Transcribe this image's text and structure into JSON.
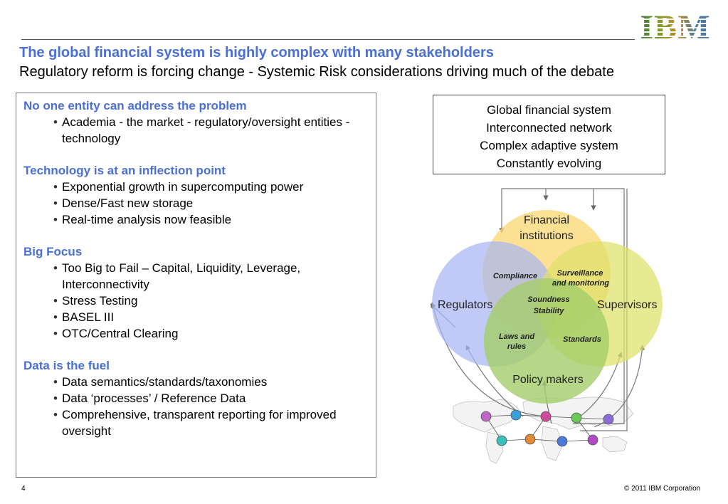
{
  "header": {
    "logo_text": "IBM",
    "title": "The global financial system is highly complex with many stakeholders",
    "subtitle": "Regulatory reform is forcing change - Systemic Risk considerations driving much of the debate"
  },
  "sections": [
    {
      "heading": "No one entity can address the problem",
      "bullets": [
        "Academia - the market - regulatory/oversight entities - technology"
      ]
    },
    {
      "heading": "Technology is at an inflection point",
      "bullets": [
        "Exponential growth in supercomputing power",
        "Dense/Fast new storage",
        "Real-time analysis now feasible"
      ]
    },
    {
      "heading": "Big Focus",
      "bullets": [
        "Too Big to Fail – Capital, Liquidity, Leverage, Interconnectivity",
        "Stress Testing",
        "BASEL III",
        "OTC/Central Clearing"
      ]
    },
    {
      "heading": "Data is the fuel",
      "bullets": [
        "Data semantics/standards/taxonomies",
        "Data ‘processes’ / Reference Data",
        "Comprehensive, transparent reporting for improved oversight"
      ]
    }
  ],
  "system_box": {
    "lines": [
      "Global financial system",
      "Interconnected network",
      "Complex adaptive system",
      "Constantly evolving"
    ]
  },
  "venn": {
    "circles": {
      "top": {
        "label_line1": "Financial",
        "label_line2": "institutions",
        "color": "#fbd97a"
      },
      "left": {
        "label": "Regulators",
        "color": "#a9b6f3"
      },
      "right": {
        "label": "Supervisors",
        "color": "#dfe06a"
      },
      "bottom": {
        "label": "Policy makers",
        "color": "#a4cd6a"
      }
    },
    "overlaps": {
      "top_left": "Compliance",
      "top_right_line1": "Surveillance",
      "top_right_line2": "and monitoring",
      "center_line1": "Soundness",
      "center_line2": "Stability",
      "bottom_left_line1": "Laws and",
      "bottom_left_line2": "rules",
      "bottom_right": "Standards"
    }
  },
  "footer": {
    "page_number": "4",
    "copyright": "© 2011 IBM Corporation"
  }
}
